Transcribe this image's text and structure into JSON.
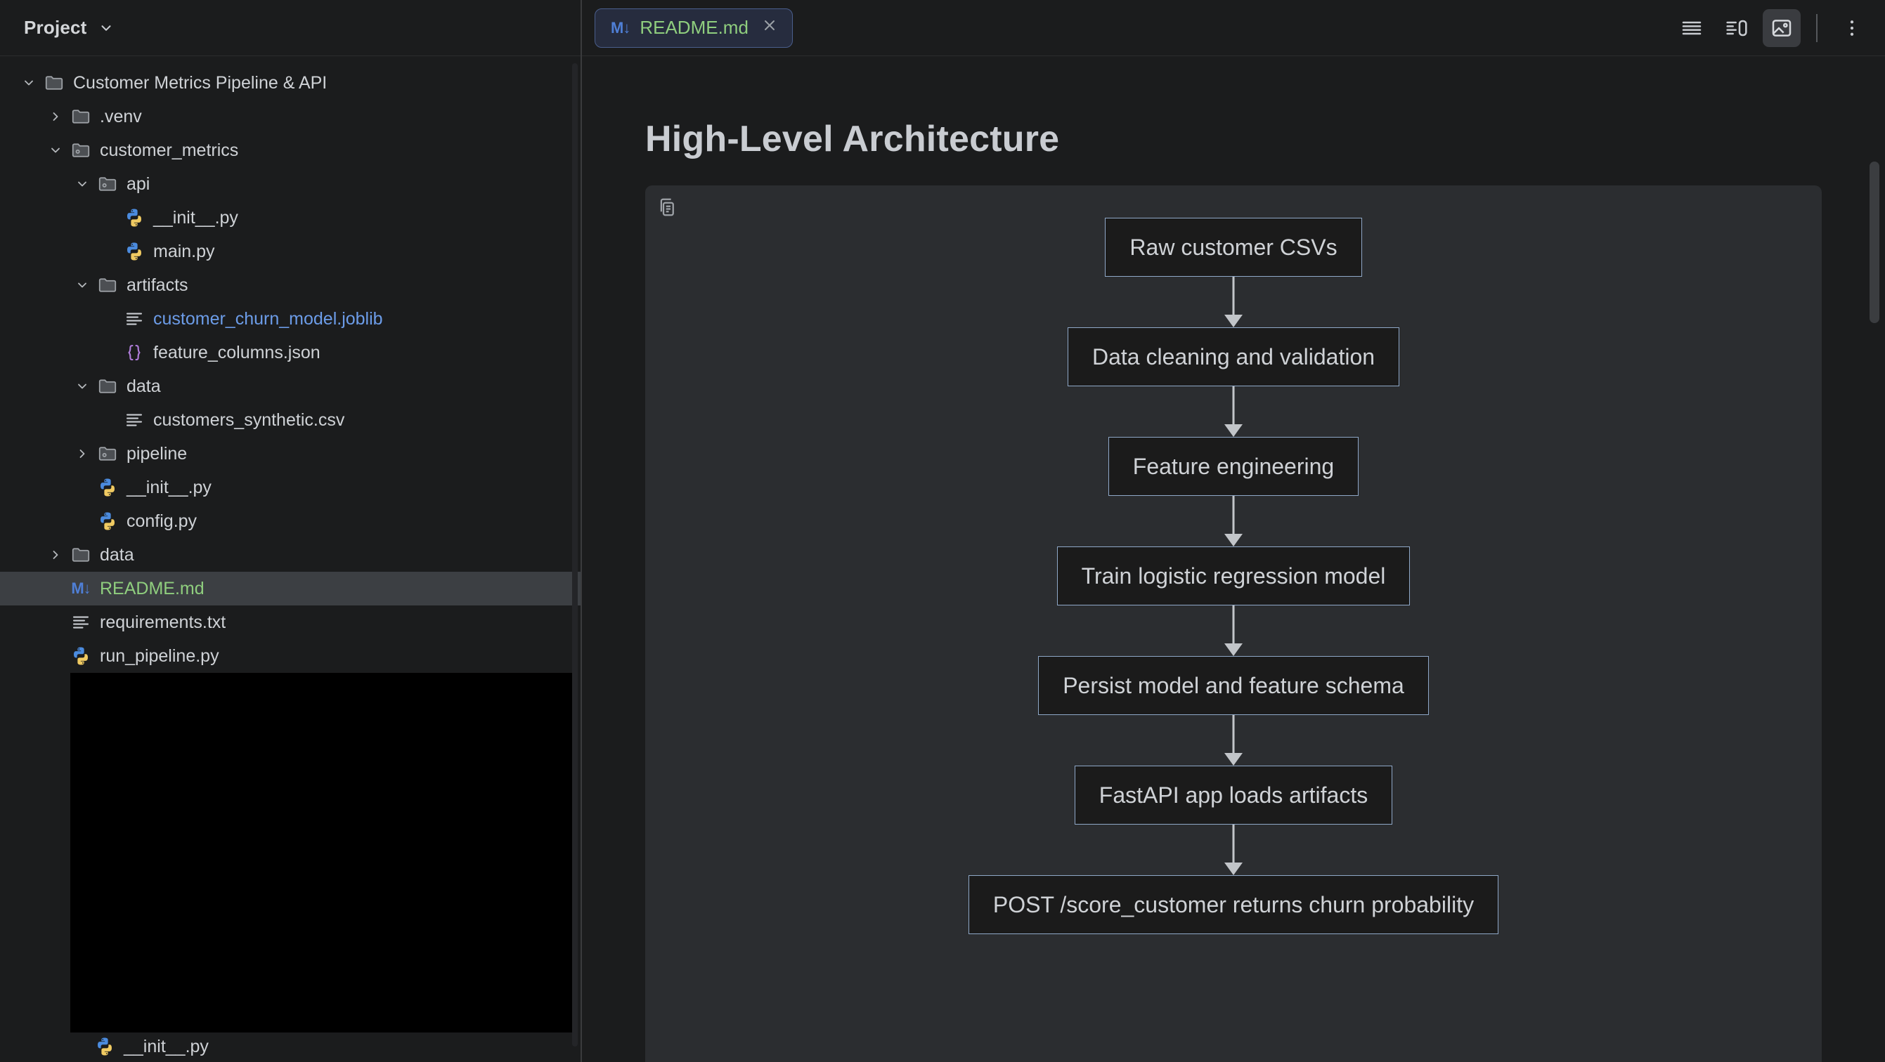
{
  "sidebar": {
    "title": "Project",
    "chevron_icon": "chevron-down-icon",
    "tree": [
      {
        "label": "Customer Metrics Pipeline & API",
        "icon": "folder-icon",
        "twisty": "chevron-down-icon",
        "depth": 1,
        "color": "default"
      },
      {
        "label": ".venv",
        "icon": "folder-icon",
        "twisty": "chevron-right-icon",
        "depth": 2,
        "color": "default"
      },
      {
        "label": "customer_metrics",
        "icon": "python-package-icon",
        "twisty": "chevron-down-icon",
        "depth": 2,
        "color": "default"
      },
      {
        "label": "api",
        "icon": "python-package-icon",
        "twisty": "chevron-down-icon",
        "depth": 3,
        "color": "default"
      },
      {
        "label": "__init__.py",
        "icon": "python-file-icon",
        "twisty": "none",
        "depth": 4,
        "color": "default"
      },
      {
        "label": "main.py",
        "icon": "python-file-icon",
        "twisty": "none",
        "depth": 4,
        "color": "default"
      },
      {
        "label": "artifacts",
        "icon": "folder-icon",
        "twisty": "chevron-down-icon",
        "depth": 3,
        "color": "default"
      },
      {
        "label": "customer_churn_model.joblib",
        "icon": "text-lines-icon",
        "twisty": "none",
        "depth": 4,
        "color": "blue"
      },
      {
        "label": "feature_columns.json",
        "icon": "json-braces-icon",
        "twisty": "none",
        "depth": 4,
        "color": "default"
      },
      {
        "label": "data",
        "icon": "folder-icon",
        "twisty": "chevron-down-icon",
        "depth": 3,
        "color": "default"
      },
      {
        "label": "customers_synthetic.csv",
        "icon": "text-lines-icon",
        "twisty": "none",
        "depth": 4,
        "color": "default"
      },
      {
        "label": "pipeline",
        "icon": "python-package-icon",
        "twisty": "chevron-right-icon",
        "depth": 3,
        "color": "default"
      },
      {
        "label": "__init__.py",
        "icon": "python-file-icon",
        "twisty": "none",
        "depth": 3,
        "color": "default"
      },
      {
        "label": "config.py",
        "icon": "python-file-icon",
        "twisty": "none",
        "depth": 3,
        "color": "default"
      },
      {
        "label": "data",
        "icon": "folder-icon",
        "twisty": "chevron-right-icon",
        "depth": 2,
        "color": "default"
      },
      {
        "label": "README.md",
        "icon": "markdown-icon",
        "twisty": "none",
        "depth": 2,
        "color": "green",
        "selected": true
      },
      {
        "label": "requirements.txt",
        "icon": "text-lines-icon",
        "twisty": "none",
        "depth": 2,
        "color": "default"
      },
      {
        "label": "run_pipeline.py",
        "icon": "python-file-icon",
        "twisty": "none",
        "depth": 2,
        "color": "default"
      }
    ],
    "overflow_item": {
      "label": "__init__.py",
      "icon": "python-file-icon"
    }
  },
  "tabbar": {
    "tabs": [
      {
        "label": "README.md",
        "icon": "markdown-icon",
        "close_icon": "close-icon",
        "active": true
      }
    ],
    "toolbar": [
      {
        "name": "lines-view-icon",
        "active": false
      },
      {
        "name": "split-view-icon",
        "active": false
      },
      {
        "name": "image-preview-icon",
        "active": true
      },
      {
        "name": "more-vertical-icon",
        "active": false
      }
    ]
  },
  "document": {
    "heading": "High-Level Architecture",
    "copy_icon": "copy-icon"
  },
  "chart_data": {
    "type": "diagram",
    "subtype": "flowchart",
    "title": "High-Level Architecture",
    "direction": "top-down",
    "nodes": [
      "Raw customer CSVs",
      "Data cleaning and validation",
      "Feature engineering",
      "Train logistic regression model",
      "Persist model and feature schema",
      "FastAPI app loads artifacts",
      "POST /score_customer returns churn probability"
    ],
    "edges": [
      [
        "Raw customer CSVs",
        "Data cleaning and validation"
      ],
      [
        "Data cleaning and validation",
        "Feature engineering"
      ],
      [
        "Feature engineering",
        "Train logistic regression model"
      ],
      [
        "Train logistic regression model",
        "Persist model and feature schema"
      ],
      [
        "Persist model and feature schema",
        "FastAPI app loads artifacts"
      ],
      [
        "FastAPI app loads artifacts",
        "POST /score_customer returns churn probability"
      ]
    ]
  },
  "colors": {
    "background": "#1b1c1d",
    "panel": "#2b2d30",
    "node_border": "#8fa8c8",
    "node_fill": "#1b1b1b",
    "text": "#cfd2d6",
    "accent_green": "#8fce7e",
    "accent_blue": "#6c9ce8",
    "selection": "#3c3f43"
  }
}
